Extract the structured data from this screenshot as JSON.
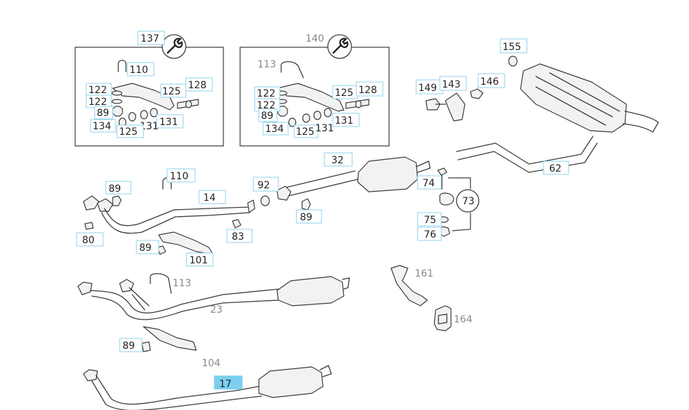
{
  "diagram": {
    "callouts": [
      {
        "id": "137",
        "text": "137",
        "style": "box"
      },
      {
        "id": "110a",
        "text": "110",
        "style": "box"
      },
      {
        "id": "122a",
        "text": "122",
        "style": "box"
      },
      {
        "id": "122b",
        "text": "122",
        "style": "box"
      },
      {
        "id": "125a",
        "text": "125",
        "style": "box"
      },
      {
        "id": "128a",
        "text": "128",
        "style": "box"
      },
      {
        "id": "89a",
        "text": "89",
        "style": "box"
      },
      {
        "id": "134a",
        "text": "134",
        "style": "box"
      },
      {
        "id": "131a",
        "text": "131",
        "style": "box"
      },
      {
        "id": "131b",
        "text": "131",
        "style": "box"
      },
      {
        "id": "125b",
        "text": "125",
        "style": "box"
      },
      {
        "id": "140",
        "text": "140",
        "style": "grey"
      },
      {
        "id": "113a",
        "text": "113",
        "style": "grey"
      },
      {
        "id": "122c",
        "text": "122",
        "style": "box"
      },
      {
        "id": "122d",
        "text": "122",
        "style": "box"
      },
      {
        "id": "125c",
        "text": "125",
        "style": "box"
      },
      {
        "id": "128b",
        "text": "128",
        "style": "box"
      },
      {
        "id": "89b",
        "text": "89",
        "style": "box"
      },
      {
        "id": "134b",
        "text": "134",
        "style": "box"
      },
      {
        "id": "125d",
        "text": "125",
        "style": "box"
      },
      {
        "id": "131c",
        "text": "131",
        "style": "box"
      },
      {
        "id": "131d",
        "text": "131",
        "style": "box"
      },
      {
        "id": "155",
        "text": "155",
        "style": "box"
      },
      {
        "id": "149",
        "text": "149",
        "style": "box"
      },
      {
        "id": "143",
        "text": "143",
        "style": "box"
      },
      {
        "id": "146",
        "text": "146",
        "style": "box"
      },
      {
        "id": "62",
        "text": "62",
        "style": "box"
      },
      {
        "id": "32",
        "text": "32",
        "style": "box"
      },
      {
        "id": "110b",
        "text": "110",
        "style": "box"
      },
      {
        "id": "89c",
        "text": "89",
        "style": "box"
      },
      {
        "id": "14",
        "text": "14",
        "style": "box"
      },
      {
        "id": "92",
        "text": "92",
        "style": "box"
      },
      {
        "id": "89d",
        "text": "89",
        "style": "box"
      },
      {
        "id": "74",
        "text": "74",
        "style": "box"
      },
      {
        "id": "73",
        "text": "73",
        "style": "circle"
      },
      {
        "id": "75",
        "text": "75",
        "style": "box"
      },
      {
        "id": "76",
        "text": "76",
        "style": "box"
      },
      {
        "id": "80",
        "text": "80",
        "style": "box"
      },
      {
        "id": "83",
        "text": "83",
        "style": "box"
      },
      {
        "id": "89e",
        "text": "89",
        "style": "box"
      },
      {
        "id": "101",
        "text": "101",
        "style": "box"
      },
      {
        "id": "161",
        "text": "161",
        "style": "grey"
      },
      {
        "id": "113b",
        "text": "113",
        "style": "grey"
      },
      {
        "id": "23",
        "text": "23",
        "style": "grey"
      },
      {
        "id": "164",
        "text": "164",
        "style": "grey"
      },
      {
        "id": "89f",
        "text": "89",
        "style": "box"
      },
      {
        "id": "104",
        "text": "104",
        "style": "grey"
      },
      {
        "id": "17",
        "text": "17",
        "style": "highlight"
      }
    ],
    "colors": {
      "label_border": "#8fd0ec",
      "highlight": "#7ccfee",
      "line": "#3a3a3a",
      "grey_text": "#888888"
    },
    "icons": [
      "wrench-icon"
    ]
  }
}
